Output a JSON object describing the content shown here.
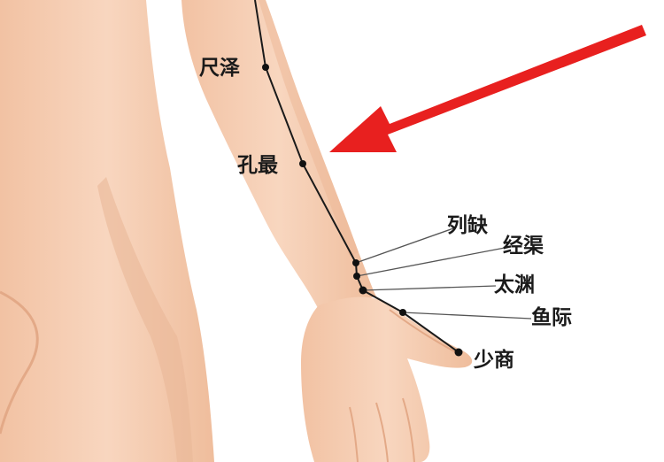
{
  "diagram": {
    "points": [
      {
        "id": "chize",
        "label": "尺泽"
      },
      {
        "id": "kongzui",
        "label": "孔最"
      },
      {
        "id": "lieque",
        "label": "列缺"
      },
      {
        "id": "jingqu",
        "label": "经渠"
      },
      {
        "id": "taiyuan",
        "label": "太渊"
      },
      {
        "id": "yuji",
        "label": "鱼际"
      },
      {
        "id": "shaoshang",
        "label": "少商"
      }
    ],
    "colors": {
      "skin": "#f6cfb4",
      "skin_shadow": "#e9b391",
      "background": "#ffffff",
      "meridian_line": "#1a1a1a",
      "arrow": "#e8201f"
    }
  }
}
